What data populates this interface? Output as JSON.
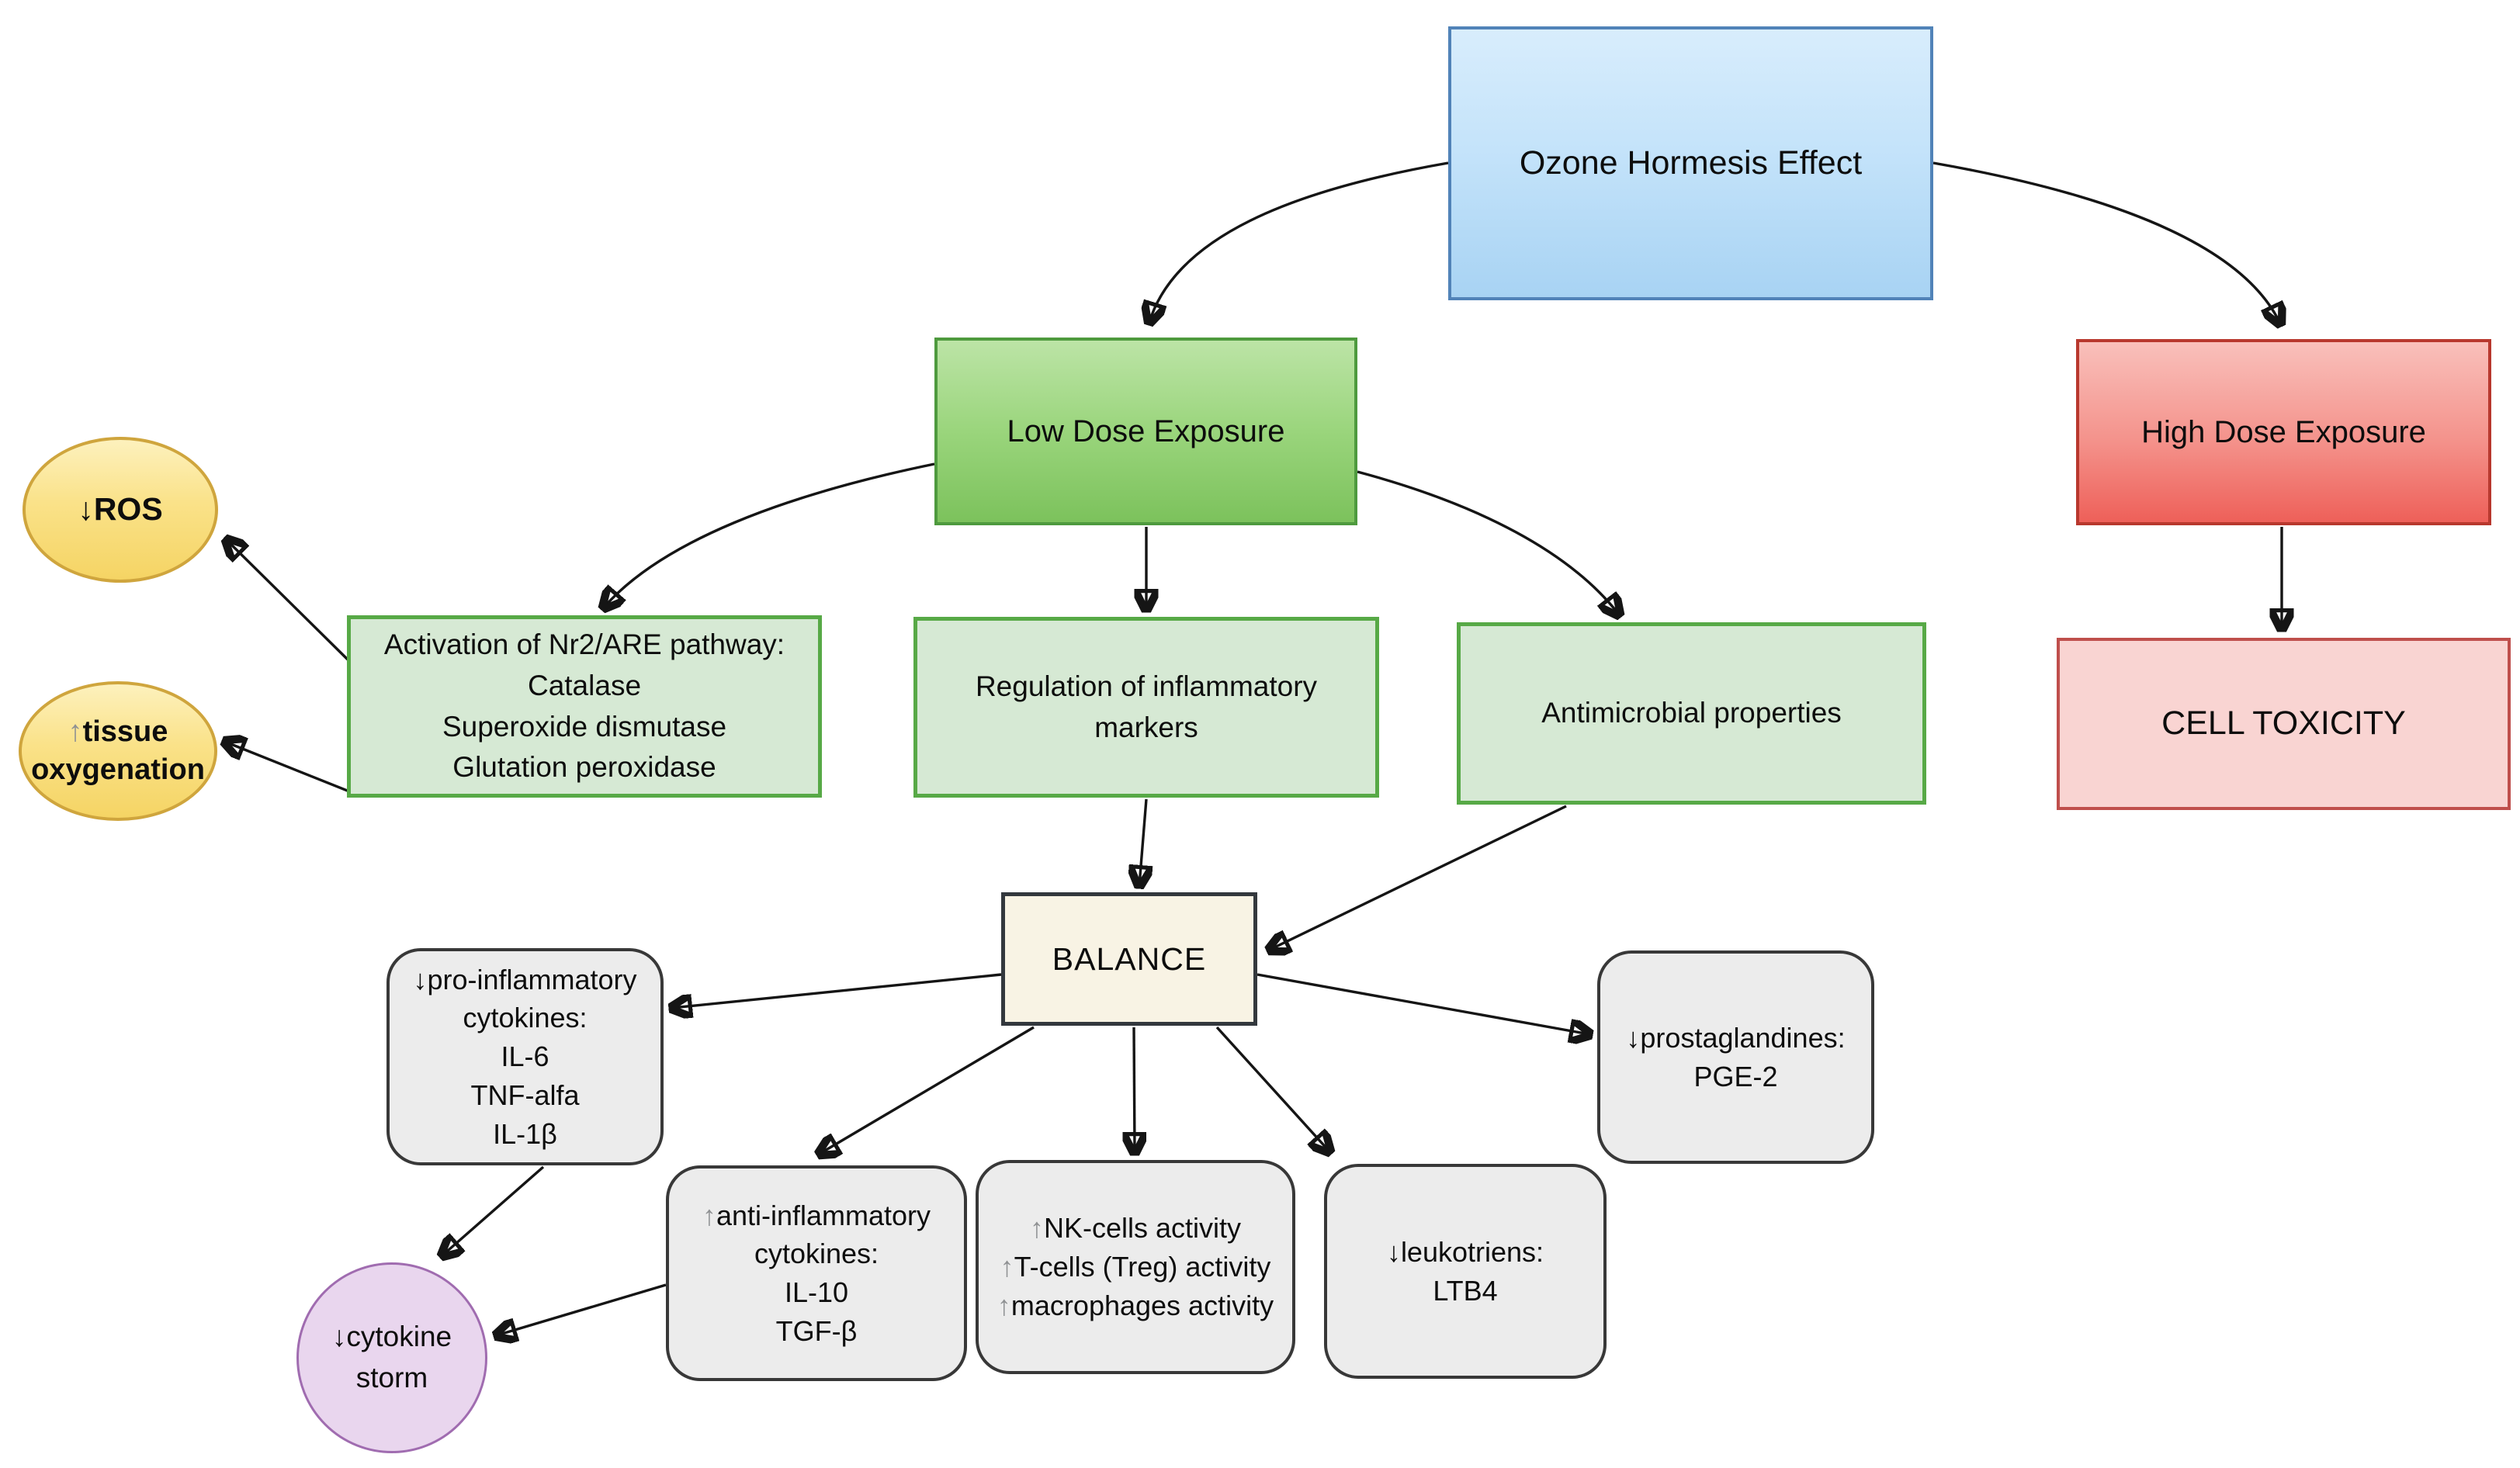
{
  "diagram": {
    "title": "Ozone Hormesis Effect",
    "nodes": {
      "ozone": {
        "label": "Ozone Hormesis Effect"
      },
      "low_dose": {
        "label": "Low Dose Exposure"
      },
      "high_dose": {
        "label": "High Dose Exposure"
      },
      "cell_toxicity": {
        "label": "CELL TOXICITY"
      },
      "nr2_pathway": {
        "lines": [
          "Activation of Nr2/ARE pathway:",
          "Catalase",
          "Superoxide dismutase",
          "Glutation peroxidase"
        ]
      },
      "regulation": {
        "lines": [
          "Regulation of inflammatory",
          "markers"
        ]
      },
      "antimicrobial": {
        "label": "Antimicrobial properties"
      },
      "balance": {
        "label": "BALANCE"
      },
      "ros": {
        "arrow": "↓",
        "label": "ROS"
      },
      "tissue_oxygenation": {
        "arrow": "↑",
        "lines": [
          "tissue",
          "oxygenation"
        ]
      },
      "pro_inflammatory": {
        "arrow": "↓",
        "lines": [
          "pro-inflammatory",
          "cytokines:",
          "IL-6",
          "TNF-alfa",
          "IL-1β"
        ]
      },
      "anti_inflammatory": {
        "arrow": "↑",
        "lines": [
          "anti-inflammatory",
          "cytokines:",
          "IL-10",
          "TGF-β"
        ]
      },
      "immune_cells": {
        "lines": [
          {
            "arrow": "↑",
            "text": "NK-cells activity"
          },
          {
            "arrow": "↑",
            "text": "T-cells (Treg) activity"
          },
          {
            "arrow": "↑",
            "text": "macrophages activity"
          }
        ]
      },
      "leukotriens": {
        "arrow": "↓",
        "lines": [
          "leukotriens:",
          "LTB4"
        ]
      },
      "prostaglandines": {
        "arrow": "↓",
        "lines": [
          "prostaglandines:",
          "PGE-2"
        ]
      },
      "cytokine_storm": {
        "arrow": "↓",
        "lines": [
          "cytokine",
          "storm"
        ]
      }
    },
    "edges": [
      {
        "from": "ozone",
        "to": "low_dose"
      },
      {
        "from": "ozone",
        "to": "high_dose"
      },
      {
        "from": "high_dose",
        "to": "cell_toxicity"
      },
      {
        "from": "low_dose",
        "to": "nr2_pathway"
      },
      {
        "from": "low_dose",
        "to": "regulation"
      },
      {
        "from": "low_dose",
        "to": "antimicrobial"
      },
      {
        "from": "nr2_pathway",
        "to": "ros"
      },
      {
        "from": "nr2_pathway",
        "to": "tissue_oxygenation"
      },
      {
        "from": "regulation",
        "to": "balance"
      },
      {
        "from": "antimicrobial",
        "to": "balance"
      },
      {
        "from": "balance",
        "to": "pro_inflammatory"
      },
      {
        "from": "balance",
        "to": "anti_inflammatory"
      },
      {
        "from": "balance",
        "to": "immune_cells"
      },
      {
        "from": "balance",
        "to": "leukotriens"
      },
      {
        "from": "balance",
        "to": "prostaglandines"
      },
      {
        "from": "pro_inflammatory",
        "to": "cytokine_storm"
      },
      {
        "from": "anti_inflammatory",
        "to": "cytokine_storm"
      }
    ],
    "colors": {
      "root_fill": "#c4e3fa",
      "root_border": "#5183b8",
      "low_dose_fill": "#9ad57c",
      "low_dose_border": "#4e9a3e",
      "high_dose_fill": "#f4928b",
      "high_dose_border": "#b8382e",
      "outcome_green_fill": "#d6e9d4",
      "outcome_green_border": "#57a946",
      "toxicity_fill": "#f9d4d2",
      "toxicity_border": "#bf4f4c",
      "balance_fill": "#f8f3e4",
      "balance_border": "#33383d",
      "gray_fill": "#ececec",
      "gray_border": "#383838",
      "yellow_fill": "#fae289",
      "yellow_border": "#cfa53d",
      "purple_fill": "#e9d6ee",
      "purple_border": "#a06cb0",
      "gray_arrow_glyph": "#8f9193",
      "edge_stroke": "#151515"
    }
  }
}
